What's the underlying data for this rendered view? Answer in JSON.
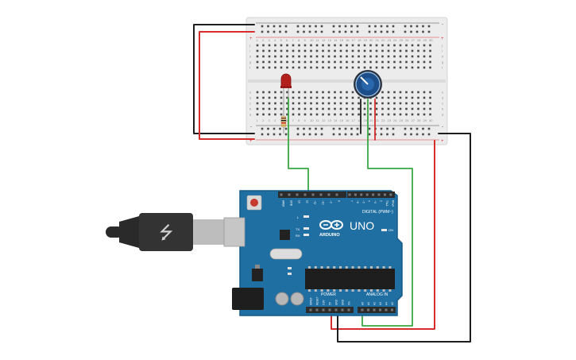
{
  "breadboard": {
    "row_labels_top": [
      "j",
      "i",
      "h",
      "g",
      "f"
    ],
    "row_labels_bottom": [
      "e",
      "d",
      "c",
      "b",
      "a"
    ],
    "column_count": 30,
    "rail_plus": "+",
    "rail_minus": "-",
    "colors": {
      "body": "#ececec",
      "hole": "#4a4a4a",
      "rail_red": "#d93232",
      "rail_black": "#333333"
    }
  },
  "arduino": {
    "model": "UNO",
    "brand": "ARDUINO",
    "digital_label": "DIGITAL (PWM~)",
    "power_label": "POWER",
    "analog_label": "ANALOG IN",
    "led_labels": [
      "L",
      "TX",
      "RX"
    ],
    "on_label": "ON",
    "digital_pins_top": [
      "AREF",
      "GND",
      "13",
      "12",
      "~11",
      "~10",
      "~9",
      "8"
    ],
    "digital_pins_top2": [
      "7",
      "~6",
      "~5",
      "4",
      "~3",
      "2",
      "TX▸1",
      "RX◂0"
    ],
    "power_pins": [
      "IOREF",
      "RESET",
      "3.3V",
      "5V",
      "GND",
      "GND",
      "Vin"
    ],
    "analog_pins": [
      "A0",
      "A1",
      "A2",
      "A3",
      "A4",
      "A5"
    ],
    "colors": {
      "board": "#1f6fa3",
      "board_edge": "#175a87",
      "header": "#2b2b2b"
    }
  },
  "components": {
    "led_color": "#b3201c",
    "potentiometer_knob": "#1d4e8a",
    "usb_cable": "#2a2a2a"
  },
  "wires": {
    "green": "#3aa845",
    "red": "#d62d2d",
    "black": "#1e1e1e"
  }
}
